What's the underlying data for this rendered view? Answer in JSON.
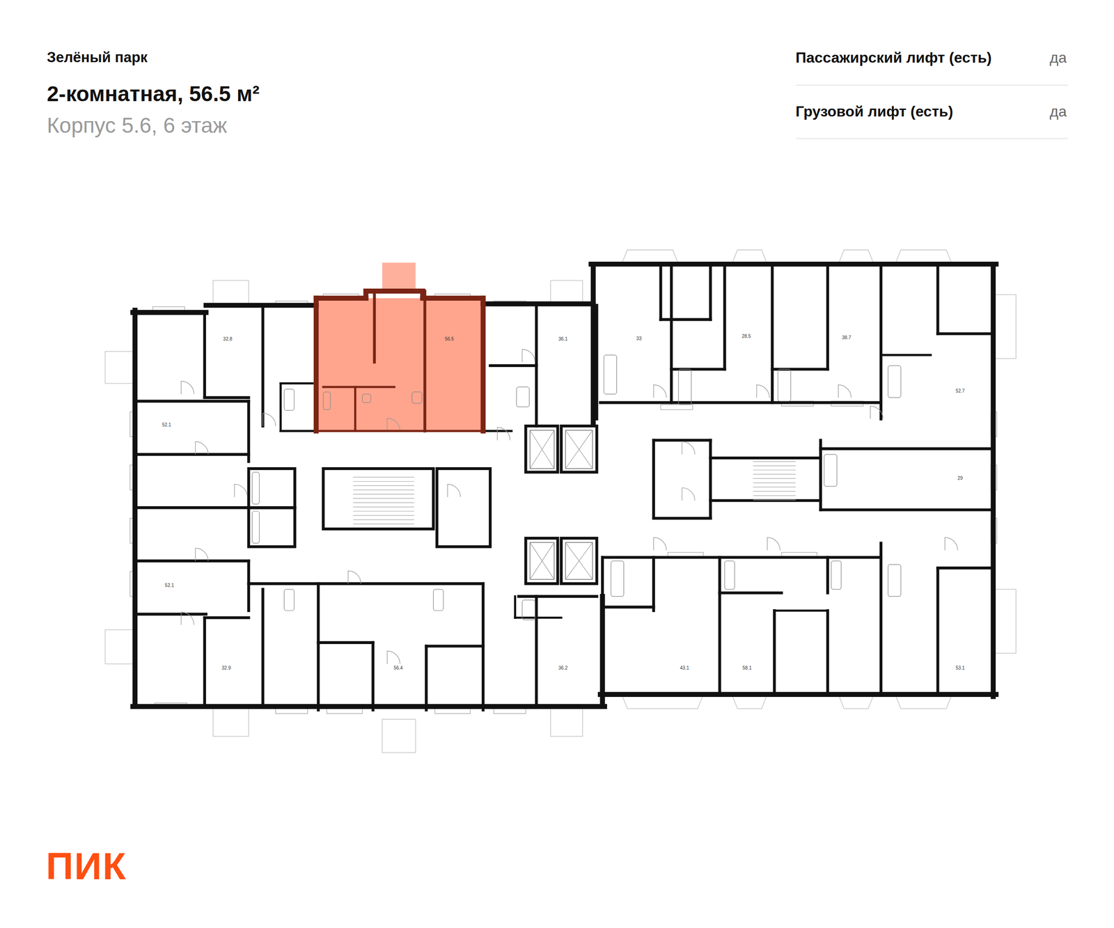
{
  "diagram": {
    "title": "2-комнатная, 56.5 м²",
    "nodes": [
      {
        "text": [
          "32.8"
        ]
      },
      {
        "text": [
          "56.5"
        ]
      },
      {
        "text": [
          "36.1"
        ]
      },
      {
        "text": [
          "33"
        ]
      },
      {
        "text": [
          "28.5"
        ]
      },
      {
        "text": [
          "38.7"
        ]
      },
      {
        "text": [
          "52.7"
        ]
      },
      {
        "text": [
          "52.1"
        ]
      },
      {
        "text": [
          "29"
        ]
      },
      {
        "text": [
          "52.1"
        ]
      },
      {
        "text": [
          "32.9"
        ]
      },
      {
        "text": [
          "56.4"
        ]
      },
      {
        "text": [
          "36.2"
        ]
      },
      {
        "text": [
          "43.1"
        ]
      },
      {
        "text": [
          "58.1"
        ]
      },
      {
        "text": [
          "53.1"
        ]
      }
    ],
    "labels": [
      "Зелёный парк",
      "Корпус 5.6, 6 этаж",
      "Пассажирский лифт (есть)",
      "да",
      "Грузовой лифт (есть)",
      "да",
      "ПИК"
    ]
  }
}
